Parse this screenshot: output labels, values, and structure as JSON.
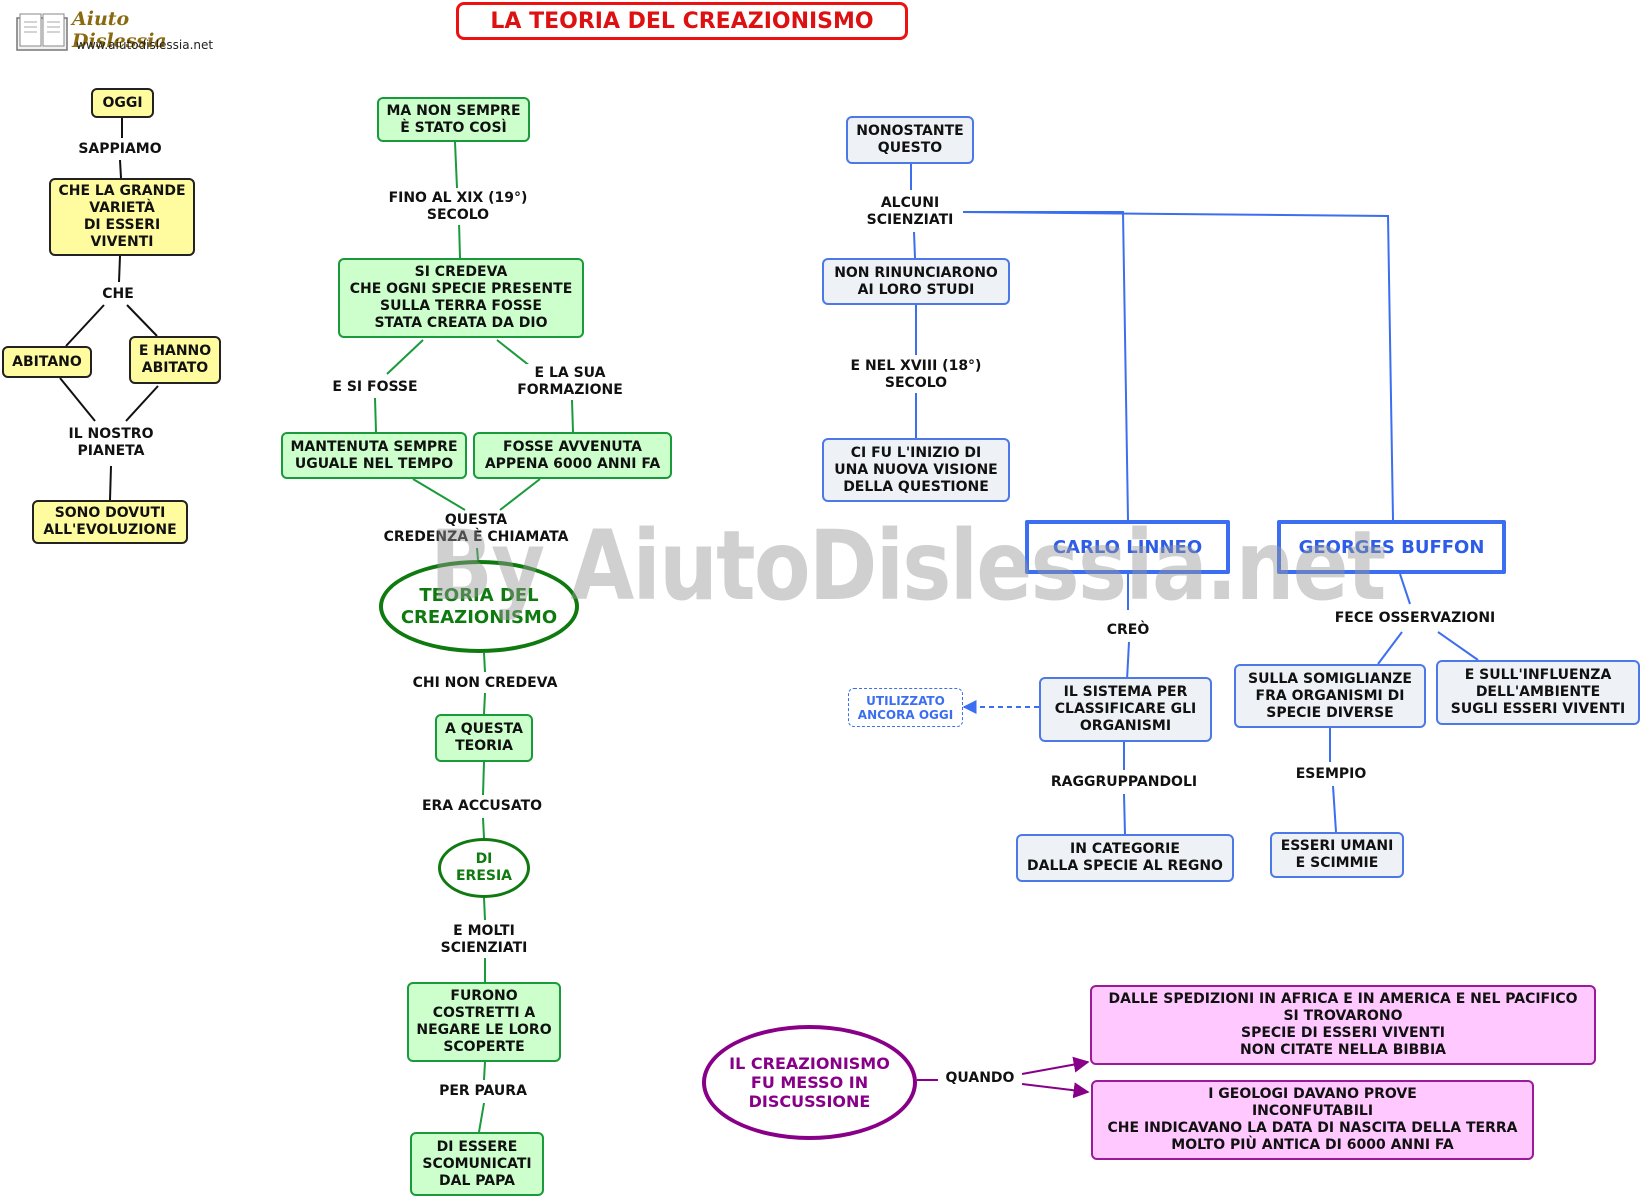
{
  "header": {
    "title": "LA TEORIA DEL CREAZIONISMO"
  },
  "logo": {
    "name": "Aiuto Dislessia",
    "url": "www.aiutodislessia.net"
  },
  "watermark": "By AiutoDislessia.net",
  "left": {
    "oggi": "OGGI",
    "sappiamo": "SAPPIAMO",
    "grande_varieta": "CHE LA GRANDE\nVARIETÀ\nDI ESSERI\nVIVENTI",
    "che": "CHE",
    "abitano": "ABITANO",
    "hanno_abitato": "E HANNO\nABITATO",
    "nostro_pianeta": "IL NOSTRO\nPIANETA",
    "evoluzione": "SONO DOVUTI\nALL'EVOLUZIONE"
  },
  "middle": {
    "non_sempre": "MA NON SEMPRE\nÈ STATO COSÌ",
    "fino_al": "FINO AL XIX (19°)\nSECOLO",
    "si_credeva": "SI CREDEVA\nCHE OGNI SPECIE PRESENTE\nSULLA TERRA FOSSE\nSTATA CREATA DA DIO",
    "e_si_fosse": "E SI FOSSE",
    "e_la_sua": "E LA SUA\nFORMAZIONE",
    "mantenuta": "MANTENUTA SEMPRE\nUGUALE NEL TEMPO",
    "avvenuta": "FOSSE AVVENUTA\nAPPENA 6000 ANNI FA",
    "questa_credenza": "QUESTA\nCREDENZA È CHIAMATA",
    "teoria": "TEORIA DEL\nCREAZIONISMO",
    "chi_non": "CHI NON  CREDEVA",
    "a_questa": "A QUESTA\nTEORIA",
    "era_accusato": "ERA ACCUSATO",
    "eresia": "DI\nERESIA",
    "e_molti": "E MOLTI\nSCIENZIATI",
    "furono": "FURONO\nCOSTRETTI A\nNEGARE LE LORO\nSCOPERTE",
    "per_paura": "PER PAURA",
    "scomunicati": "DI ESSERE\nSCOMUNICATI\nDAL PAPA"
  },
  "right": {
    "nonostante": "NONOSTANTE\nQUESTO",
    "alcuni": "ALCUNI\nSCIENZIATI",
    "non_rinunciarono": "NON RINUNCIARONO\nAI LORO STUDI",
    "e_nel": "E NEL XVIII (18°)\nSECOLO",
    "inizio": "CI FU L'INIZIO DI\nUNA NUOVA VISIONE\nDELLA QUESTIONE",
    "linneo": "CARLO LINNEO",
    "buffon": "GEORGES BUFFON",
    "creo": "CREÒ",
    "sistema": "IL SISTEMA PER\nCLASSIFICARE GLI\nORGANISMI",
    "utilizzato": "UTILIZZATO\nANCORA OGGI",
    "raggruppandoli": "RAGGRUPPANDOLI",
    "categorie": "IN CATEGORIE\nDALLA SPECIE AL REGNO",
    "fece": "FECE OSSERVAZIONI",
    "somiglianze": "SULLA SOMIGLIANZE\nFRA ORGANISMI DI\nSPECIE DIVERSE",
    "influenza": "E SULL'INFLUENZA\nDELL'AMBIENTE\nSUGLI ESSERI VIVENTI",
    "esempio": "ESEMPIO",
    "umani": "ESSERI UMANI\nE SCIMMIE"
  },
  "bottom": {
    "discussione": "IL CREAZIONISMO\nFU MESSO IN\nDISCUSSIONE",
    "quando": "QUANDO",
    "spedizioni": "DALLE  SPEDIZIONI IN AFRICA E IN AMERICA E NEL PACIFICO\nSI TROVARONO\nSPECIE DI ESSERI VIVENTI\nNON CITATE NELLA BIBBIA",
    "geologi": "I GEOLOGI DAVANO PROVE\nINCONFUTABILI\nCHE INDICAVANO LA DATA DI NASCITA DELLA TERRA\nMOLTO PIÙ ANTICA DI 6000 ANNI FA"
  },
  "colors": {
    "yellow_fill": "#fffca0",
    "green_fill": "#ccffcc",
    "green_stroke": "#1a9a3a",
    "blue_fill": "#eef2f7",
    "blue_stroke": "#4d79e8",
    "pink_fill": "#ffc8ff",
    "purple": "#880088",
    "title_red": "#ee1111"
  }
}
